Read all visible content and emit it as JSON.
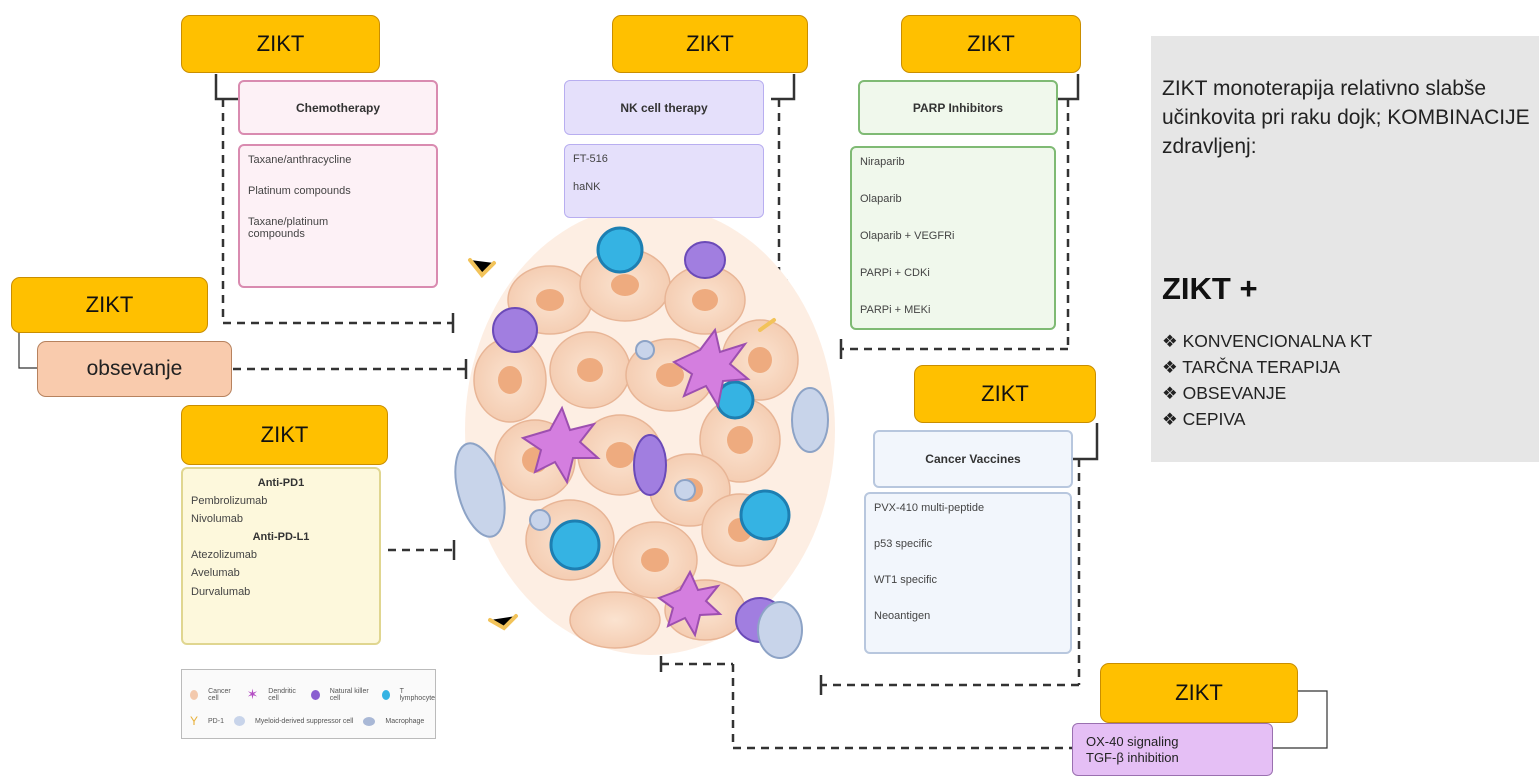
{
  "zikt_label": "ZIKT",
  "chemotherapy": {
    "title": "Chemotherapy",
    "items": [
      "Taxane/anthracycline",
      "Platinum compounds",
      "Taxane/platinum compounds"
    ]
  },
  "nk": {
    "title": "NK cell therapy",
    "items": [
      "FT-516",
      "haNK"
    ]
  },
  "parp": {
    "title": "PARP Inhibitors",
    "items": [
      "Niraparib",
      "Olaparib",
      "Olaparib + VEGFRi",
      "PARPi + CDKi",
      "PARPi + MEKi"
    ]
  },
  "radiation": {
    "label": "obsevanje"
  },
  "checkpoint": {
    "group1": "Anti-PD1",
    "group1_items": [
      "Pembrolizumab",
      "Nivolumab"
    ],
    "group2": "Anti-PD-L1",
    "group2_items": [
      "Atezolizumab",
      "Avelumab",
      "Durvalumab"
    ]
  },
  "vaccines": {
    "title": "Cancer Vaccines",
    "items": [
      "PVX-410 multi-peptide",
      "p53 specific",
      "WT1 specific",
      "Neoantigen"
    ]
  },
  "ox40": {
    "line1": "OX-40 signaling",
    "line2": "TGF-β inhibition"
  },
  "legend": {
    "items": [
      "Cancer cell",
      "Dendritic cell",
      "Natural killer cell",
      "T lymphocyte",
      "PD-1",
      "Myeloid-derived suppressor cell",
      "Macrophage"
    ]
  },
  "panel": {
    "text": "ZIKT monoterapija relativno slabše učinkovita pri raku dojk; KOMBINACIJE zdravljenj:",
    "big": "ZIKT +",
    "bullets": [
      "KONVENCIONALNA KT",
      "TARČNA TERAPIJA",
      "OBSEVANJE",
      "CEPIVA"
    ],
    "bullet_symbol": "❖"
  },
  "colors": {
    "zikt_fill": "#ffc000",
    "chemo_border": "#d98bb0",
    "nk_fill": "#e5e0fb",
    "parp_border": "#7fba74",
    "pd_fill": "#fdf8dc",
    "vac_border": "#b8c7de",
    "ox40_fill": "#e5bff5",
    "radiation_fill": "#f9cbad",
    "panel_fill": "#e6e6e6"
  }
}
